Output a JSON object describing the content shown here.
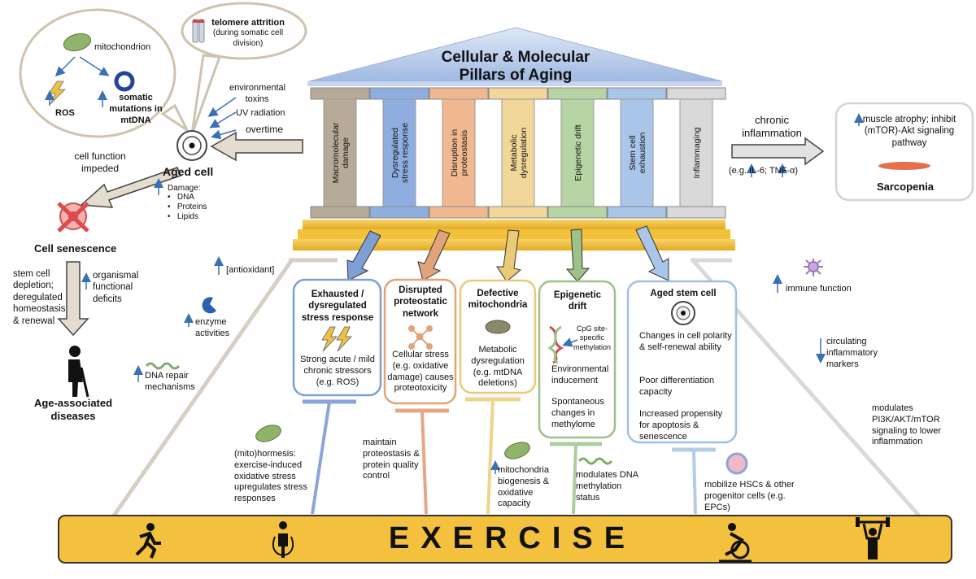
{
  "title": [
    "Cellular & Molecular",
    "Pillars of Aging"
  ],
  "pillars": [
    {
      "label": "Macromolecular damage",
      "color": "#b8aa98"
    },
    {
      "label": "Dysregulated stress response",
      "color": "#8faee0"
    },
    {
      "label": "Disruption in proteostasis",
      "color": "#f0b890"
    },
    {
      "label": "Metabolic dysregulation",
      "color": "#f2d79a"
    },
    {
      "label": "Epigenetic drift",
      "color": "#b6d4a4"
    },
    {
      "label": "Stem cell exhaustion",
      "color": "#a9c5e8"
    },
    {
      "label": "Inflammaging",
      "color": "#d9d9d9"
    }
  ],
  "aged_cell": {
    "mitochondrion": "mitochondrion",
    "ros": "ROS",
    "somatic": "somatic mutations in mtDNA",
    "telomere_title": "telomere attrition",
    "telomere_sub": "(during somatic cell division)",
    "env_toxins": "environmental toxins",
    "uv": "UV radiation",
    "overtime": "overtime",
    "aged_cell": "Aged cell",
    "damage_title": "Damage:",
    "damage_items": [
      "DNA",
      "Proteins",
      "Lipids"
    ],
    "cell_function": "cell function impeded"
  },
  "senescence": {
    "label": "Cell senescence",
    "left": "stem cell depletion; deregulated homeostasis & renewal",
    "right": "organismal functional deficits",
    "diseases": "Age-associated diseases"
  },
  "inflammation": {
    "chronic": "chronic inflammation",
    "markers": "(e.g. IL-6;  TNF-α)",
    "muscle": "muscle atrophy; inhibit (mTOR)-Akt signaling pathway",
    "sarcopenia": "Sarcopenia"
  },
  "boxes": [
    {
      "title": "Exhausted / dysregulated stress response",
      "body": "Strong acute / mild chronic stressors (e.g. ROS)",
      "color": "#7d9fd6"
    },
    {
      "title": "Disrupted proteostatic network",
      "body": "Cellular stress (e.g. oxidative damage) causes proteotoxicity",
      "color": "#e0a37a"
    },
    {
      "title": "Defective mitochondria",
      "body": "Metabolic dysregulation (e.g. mtDNA deletions)",
      "color": "#eac977"
    },
    {
      "title": "Epigenetic drift",
      "cpg": "CpG site-specific methylation",
      "body1": "Environmental inducement",
      "body2": "Spontaneous changes in methylome",
      "color": "#9cc28a"
    },
    {
      "title": "Aged stem cell",
      "body1": "Changes in cell polarity & self-renewal ability",
      "body2": "Poor differentiation capacity",
      "body3": "Increased propensity for apoptosis & senescence",
      "color": "#9fc0e2"
    }
  ],
  "exercise_effects": {
    "antioxidant": "[antioxidant]",
    "enzyme": "enzyme activities",
    "dna_repair": "DNA repair mechanisms",
    "mitohormesis": "(mito)hormesis: exercise-induced oxidative stress upregulates stress responses",
    "proteostasis": "maintain proteostasis & protein quality control",
    "mito_biogenesis": "mitochondria biogenesis & oxidative capacity",
    "dna_methylation": "modulates DNA methylation status",
    "hscs": "mobilize HSCs & other progenitor cells (e.g. EPCs)",
    "immune": "immune function",
    "circulating": "circulating inflammatory markers",
    "pi3k": "modulates PI3K/AKT/mTOR signaling to lower inflammation"
  },
  "exercise_label": "EXERCISE",
  "icons": [
    "running-icon",
    "jump-rope-icon",
    "cycling-icon",
    "weightlifting-icon"
  ],
  "colors": {
    "roof": "#b9cde9",
    "base": "#f3c13a",
    "exercise": "#f4c13e",
    "arrow_blue": "#3b6fb6"
  }
}
